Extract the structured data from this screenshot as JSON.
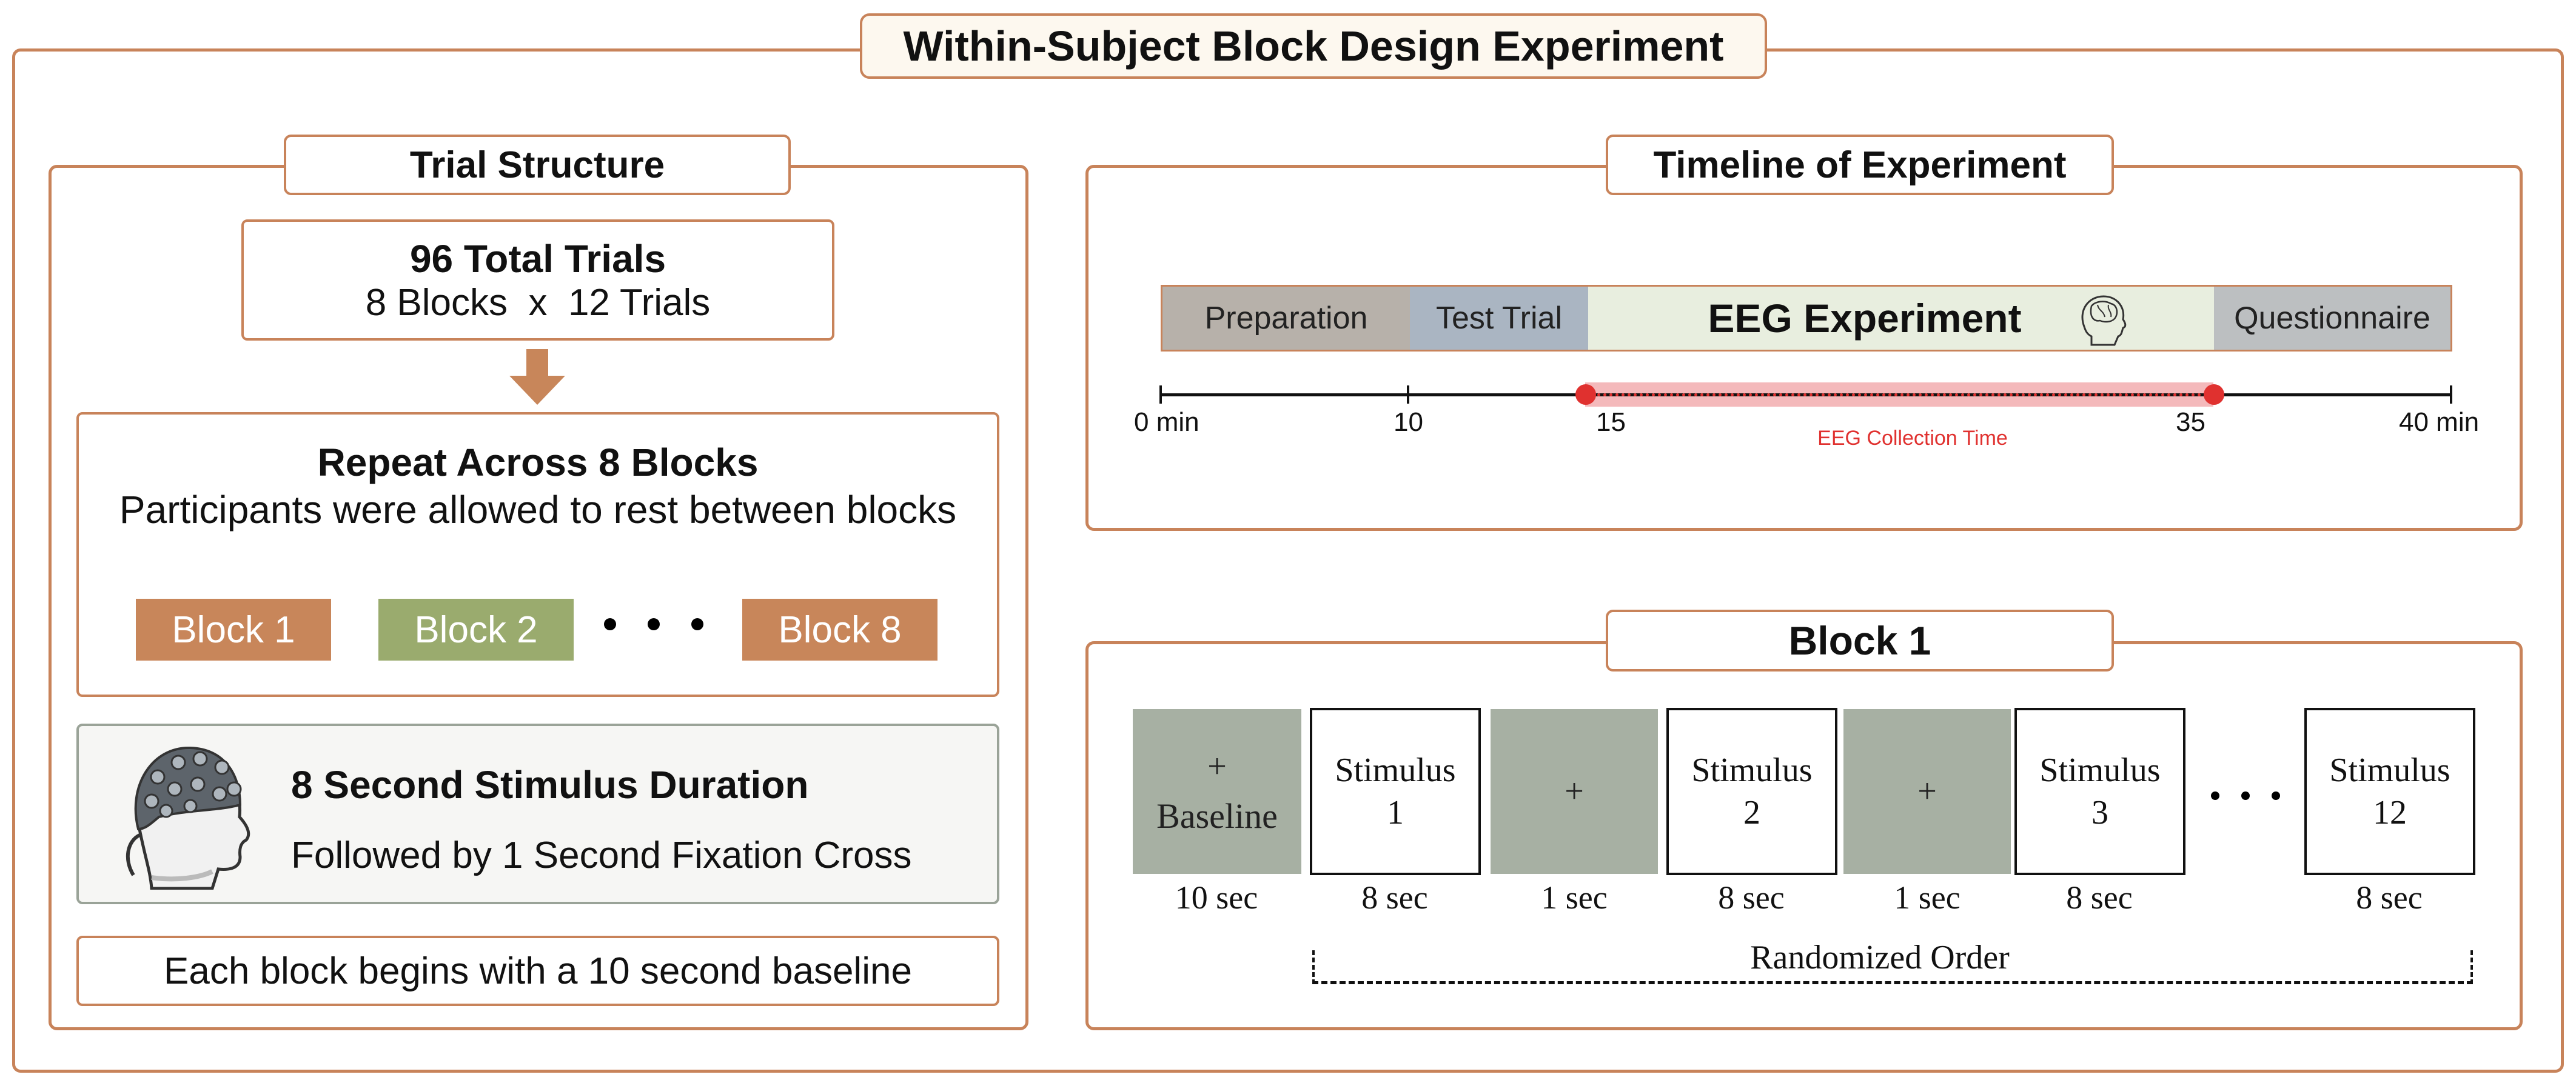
{
  "main_title": "Within-Subject Block Design Experiment",
  "trial_structure": {
    "title": "Trial Structure",
    "total_trials": "96 Total Trials",
    "blocks_by_trials": "8 Blocks  x  12 Trials",
    "repeat_title": "Repeat Across 8 Blocks",
    "repeat_note": "Participants were allowed to rest between blocks",
    "blocks": [
      {
        "label": "Block 1",
        "color": "#c8865a"
      },
      {
        "label": "Block 2",
        "color": "#9aab6e"
      },
      {
        "label": "Block 8",
        "color": "#c8865a"
      }
    ],
    "stimulus_duration": "8 Second Stimulus Duration",
    "fixation_note": "Followed by 1 Second Fixation Cross",
    "baseline_note": "Each block begins with a 10 second baseline"
  },
  "timeline": {
    "title": "Timeline of Experiment",
    "phases": [
      {
        "label": "Preparation",
        "color": "#b7b1aa"
      },
      {
        "label": "Test Trial",
        "color": "#aab5c2"
      },
      {
        "label": "EEG Experiment",
        "color": "#e8eedf"
      },
      {
        "label": "Questionnaire",
        "color": "#bcbfc1"
      }
    ],
    "ticks": [
      "0 min",
      "10",
      "15",
      "35",
      "40 min"
    ],
    "collection_label": "EEG Collection Time",
    "collection_color": "#e0312f"
  },
  "block1": {
    "title": "Block 1",
    "sequence": [
      {
        "type": "baseline",
        "symbol": "+",
        "label": "Baseline",
        "duration": "10 sec"
      },
      {
        "type": "stimulus",
        "line1": "Stimulus",
        "line2": "1",
        "duration": "8 sec"
      },
      {
        "type": "fixation",
        "symbol": "+",
        "duration": "1 sec"
      },
      {
        "type": "stimulus",
        "line1": "Stimulus",
        "line2": "2",
        "duration": "8 sec"
      },
      {
        "type": "fixation",
        "symbol": "+",
        "duration": "1 sec"
      },
      {
        "type": "stimulus",
        "line1": "Stimulus",
        "line2": "3",
        "duration": "8 sec"
      },
      {
        "type": "stimulus",
        "line1": "Stimulus",
        "line2": "12",
        "duration": "8 sec"
      }
    ],
    "randomized_label": "Randomized Order"
  }
}
